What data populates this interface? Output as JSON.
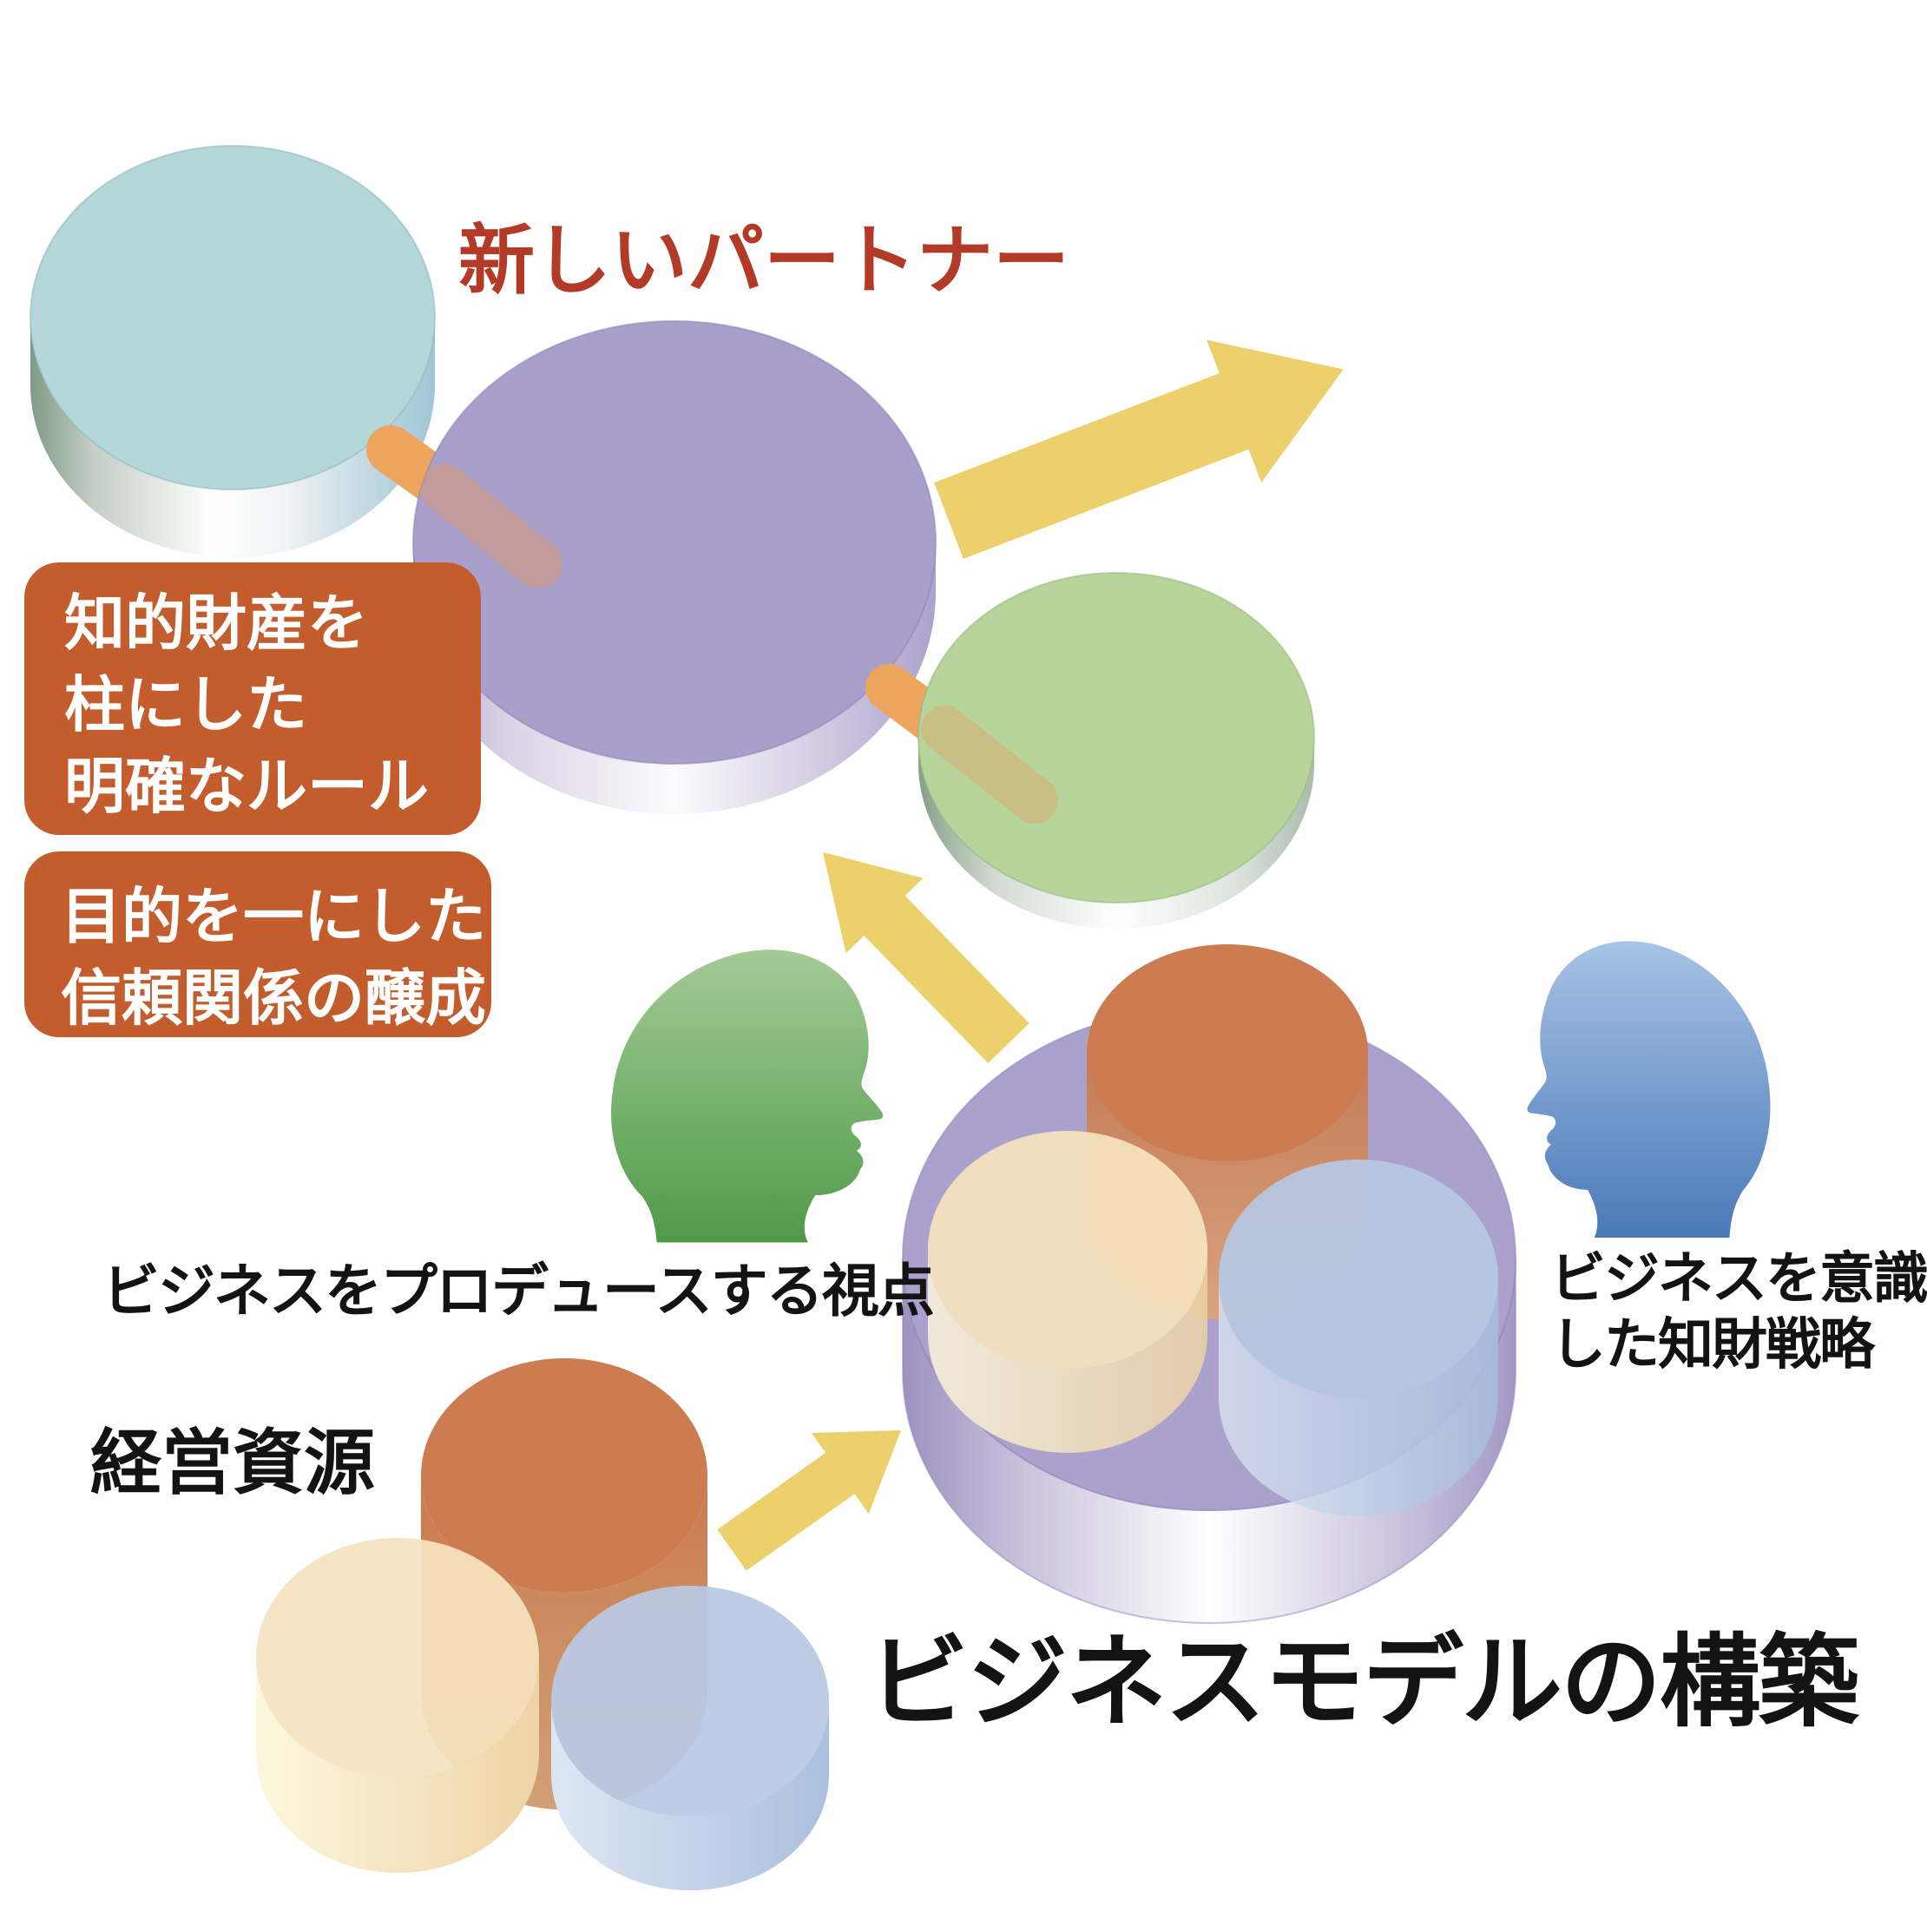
{
  "title": {
    "text": "新しいパートナー"
  },
  "callouts": {
    "box1_lines": [
      "知的財産を",
      "柱にした",
      "明確なルール"
    ],
    "box2_lines": [
      "目的を一にした",
      "信頼関係の醸成"
    ]
  },
  "labels": {
    "produce_viewpoint": "ビジネスをプロデュースする視点",
    "ip_strategy_line1": "ビジネスを意識",
    "ip_strategy_line2": "した知財戦略",
    "resources": "経営資源",
    "business_model": "ビジネスモデルの構築"
  },
  "colors": {
    "title_red": "#b23a27",
    "callout_bg": "#c35d2d",
    "callout_text": "#ffffff",
    "text_dark": "#131313",
    "arrow_yellow": "#ecd06c",
    "rod_orange": "#eda55e",
    "cyl_teal_top": "#b4d8d9",
    "cyl_purple_top": "#a8a0ca",
    "cyl_green_top": "#b7d49b",
    "composite_purple_top": "#aaa2cc",
    "inner_orange_top": "#cd7b51",
    "inner_cream_top": "#f4e2bd",
    "inner_blue_top": "#b7c8e3",
    "res_orange_top": "#cd7c52",
    "res_cream_top": "#f5e3c0",
    "res_blue_top": "#b9c9e4",
    "head_green": "#5d9e56",
    "head_blue": "#4f7cba"
  }
}
